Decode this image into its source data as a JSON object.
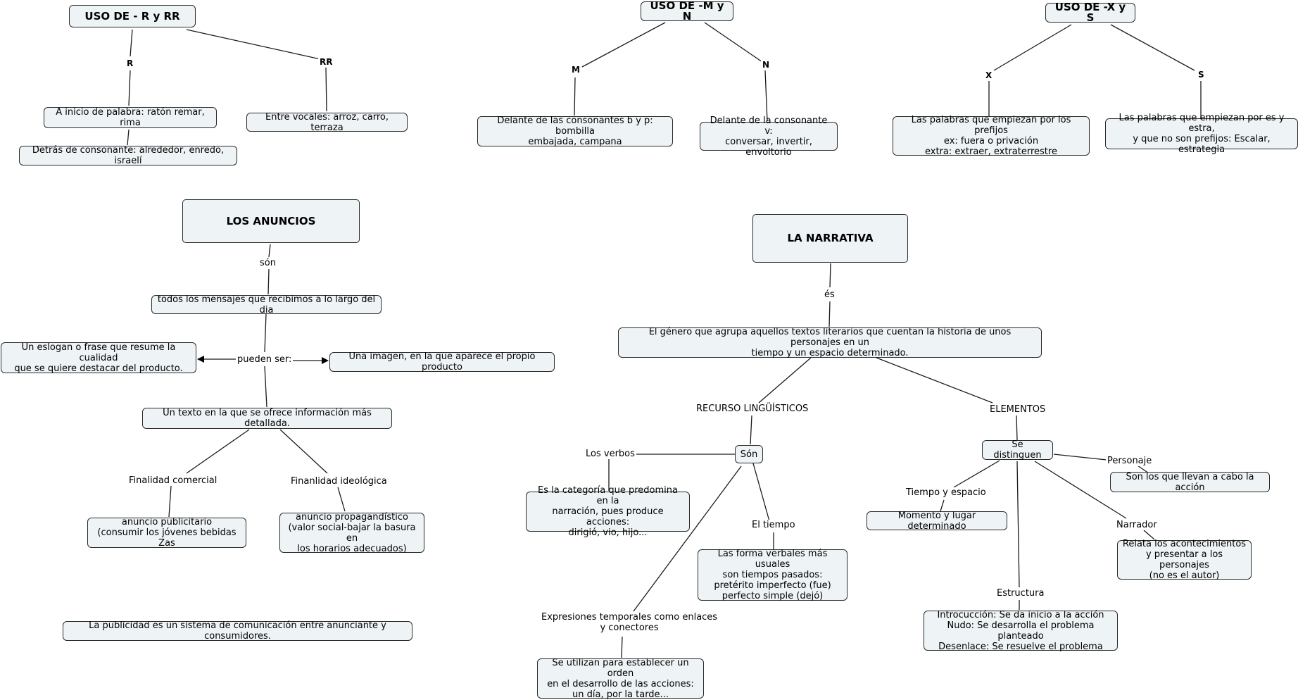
{
  "rr": {
    "title": "USO DE - R  y RR",
    "label_r": "R",
    "label_rr": "RR",
    "r_inicio": "A inicio de palabra: ratón remar, rima",
    "r_detras": "Detrás de consonante: alrededor, enredo, israelí",
    "rr_vocales": "Entre vocales: arroz, carro, terraza"
  },
  "mn": {
    "title": "USO DE -M y N",
    "label_m": "M",
    "label_n": "N",
    "m_text": "Delante de las consonantes b y p: bombilla\nembajada, campana",
    "n_text": "Delante de la consonante v:\nconversar, invertir, envoltorio"
  },
  "xs": {
    "title": "USO DE -X y S",
    "label_x": "X",
    "label_s": "S",
    "x_text": "Las palabras que empiezan por los prefijos\nex: fuera o privación\nextra: extraer, extraterrestre",
    "s_text": "Las palabras que empiezan por es y estra,\ny que no son prefijos: Escalar, estrategia"
  },
  "anuncios": {
    "title": "LOS ANUNCIOS",
    "son": "són",
    "mensajes": "todos los mensajes que recibimos a lo largo del dia",
    "pueden_ser": "pueden ser:",
    "eslogan": "Un eslogan o frase que resume la cualidad\nque se quiere destacar del producto.",
    "imagen": "Una imagen, en la que aparece el propio producto",
    "texto": "Un texto en la que se ofrece información más detallada.",
    "fin_comercial": "Finalidad comercial",
    "fin_ideologica": "Finanlidad ideológica",
    "anuncio_publicitario": "anuncio publicitario\n(consumir los jóvenes bebidas Zas",
    "anuncio_propagandistico": "anuncio propagandístico\n(valor social-bajar la basura en\nlos horarios adecuados)",
    "publicidad": "La publicidad es un sistema de comunicación entre anunciante y consumidores."
  },
  "narrativa": {
    "title": "LA NARRATIVA",
    "es": "és",
    "genero": "El género que agrupa aquellos textos literarios que cuentan la historia de unos personajes en un\ntiempo y un espacio determinado.",
    "recurso": "RECURSO LINGÜÍSTICOS",
    "elementos": "ELEMENTOS",
    "son": "Són",
    "los_verbos": "Los verbos",
    "verbos_text": "Es la categoría que predomina en la\nnarración, pues produce acciones:\ndirigió, vio, hijo...",
    "el_tiempo": "El tiempo",
    "tiempo_text": "Las forma verbales más usuales\nson tiempos pasados:\npretérito imperfecto (fue)\nperfecto simple (dejó)",
    "expresiones": "Expresiones temporales como enlaces\ny conectores",
    "expresiones_text": "Se utilizan para establecer un orden\nen el desarrollo de las acciones:\nun día, por la tarde...",
    "se_distinguen": "Se distinguen",
    "personaje": "Personaje",
    "personaje_text": "Son los que llevan a cabo la acción",
    "tiempo_espacio": "Tiempo y espacio",
    "tiempo_espacio_text": "Momento y lugar determinado",
    "narrador": "Narrador",
    "narrador_text": "Relata los acontecimientos\ny presentar a los personajes\n(no es el autor)",
    "estructura": "Estructura",
    "estructura_text": "Introcucción: Se da inicio a la acción\nNudo: Se desarrolla el problema planteado\nDesenlace: Se resuelve el problema"
  }
}
